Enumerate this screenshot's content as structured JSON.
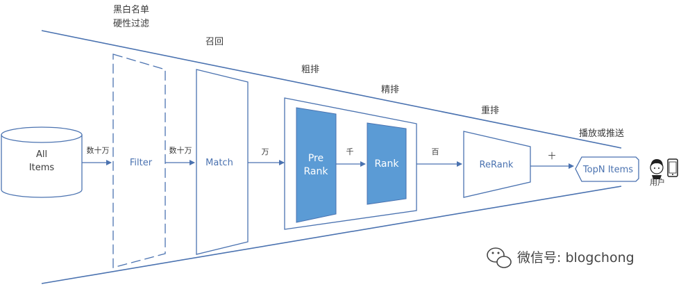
{
  "stages": {
    "blacklist": "黑白名单",
    "hard_filter": "硬性过滤",
    "recall": "召回",
    "coarse_rank": "粗排",
    "fine_rank": "精排",
    "rerank": "重排",
    "play_push": "播放或推送"
  },
  "nodes": {
    "all_items_line1": "All",
    "all_items_line2": "Items",
    "filter": "Filter",
    "match": "Match",
    "pre_rank_line1": "Pre",
    "pre_rank_line2": "Rank",
    "rank": "Rank",
    "rerank": "ReRank",
    "topn": "TopN Items",
    "user": "用户"
  },
  "edges": {
    "items_to_filter": "数十万",
    "filter_to_match": "数十万",
    "match_to_prerank": "万",
    "prerank_to_rank": "千",
    "rank_to_rerank": "百",
    "rerank_to_topn": "十"
  },
  "watermark": "微信号: blogchong",
  "colors": {
    "accent": "#4a72b0",
    "rank_fill": "#5b9bd5",
    "text": "#3a3a3a"
  }
}
